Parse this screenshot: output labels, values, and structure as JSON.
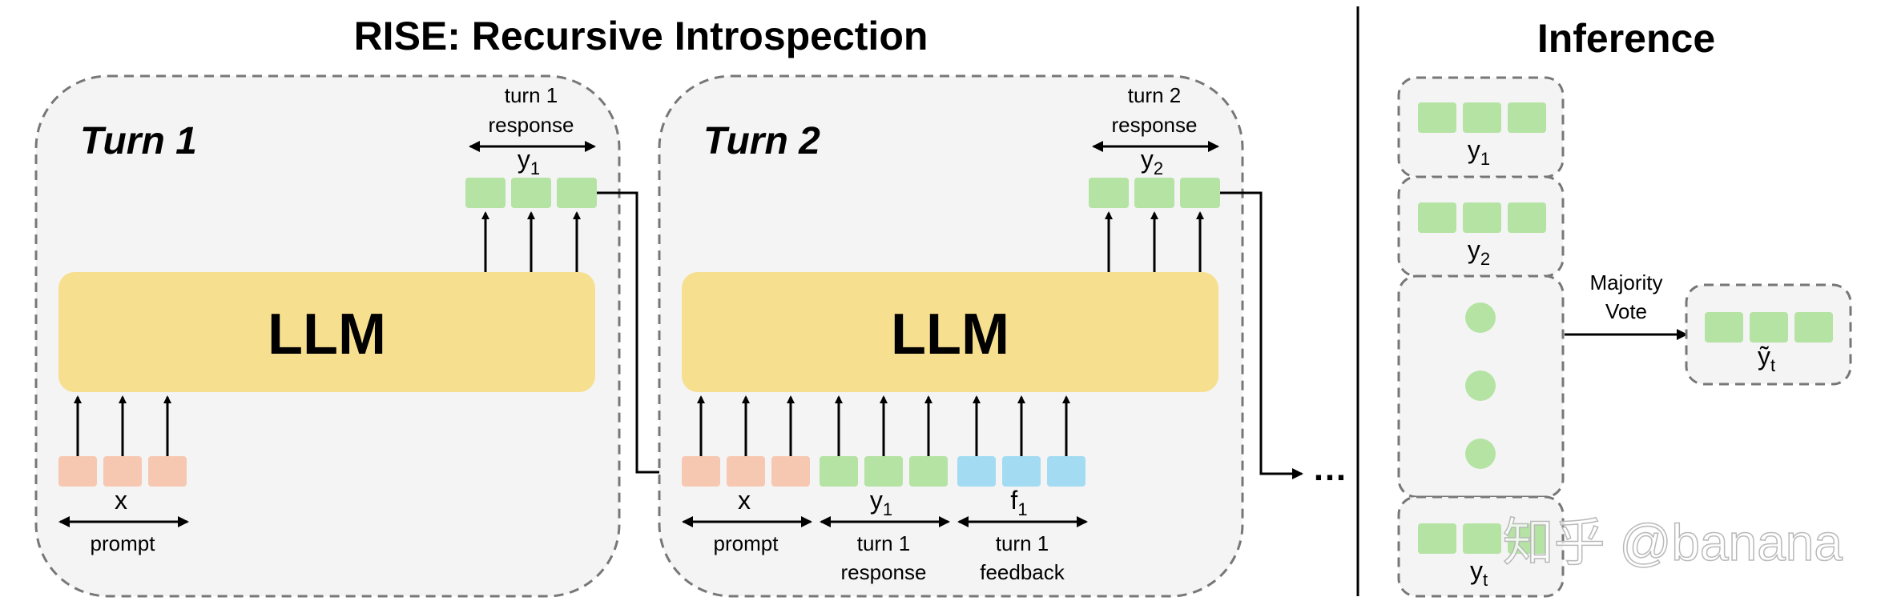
{
  "title": "RISE: Recursive Introspection",
  "inference_title": "Inference",
  "turn1": {
    "label": "Turn 1",
    "llm": "LLM",
    "response_caption_line1": "turn 1",
    "response_caption_line2": "response",
    "output_var": "y",
    "output_sub": "1",
    "input_var": "x",
    "input_caption": "prompt"
  },
  "turn2": {
    "label": "Turn 2",
    "llm": "LLM",
    "response_caption_line1": "turn 2",
    "response_caption_line2": "response",
    "output_var": "y",
    "output_sub": "2",
    "inputs": [
      {
        "var": "x",
        "sub": "",
        "caption_line1": "prompt",
        "caption_line2": ""
      },
      {
        "var": "y",
        "sub": "1",
        "caption_line1": "turn 1",
        "caption_line2": "response"
      },
      {
        "var": "f",
        "sub": "1",
        "caption_line1": "turn 1",
        "caption_line2": "feedback"
      }
    ]
  },
  "continuation": "…",
  "inference": {
    "candidates": [
      {
        "var": "y",
        "sub": "1"
      },
      {
        "var": "y",
        "sub": "2"
      },
      {
        "var": "y",
        "sub": "t"
      }
    ],
    "vote_line1": "Majority",
    "vote_line2": "Vote",
    "result_var": "ỹ",
    "result_sub": "t"
  },
  "watermark": "知乎 @banana",
  "colors": {
    "green": "#b5e3a4",
    "salmon": "#f7c8b1",
    "blue": "#a3dcf2",
    "llm": "#f7df90",
    "panel": "#f4f4f4",
    "dash": "#777777"
  }
}
